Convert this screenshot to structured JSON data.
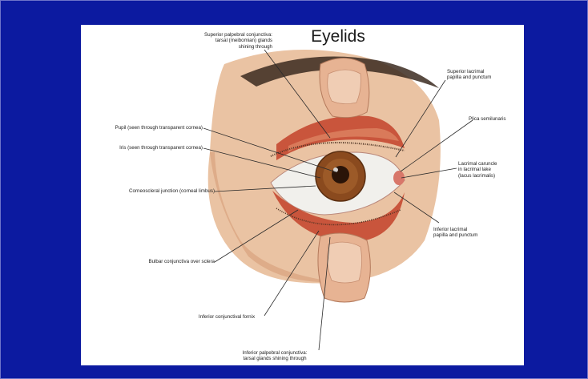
{
  "title": "Eyelids",
  "labels": {
    "superior_palpebral": "Superior palpebral conjunctiva:\ntarsal (meibomian) glands\nshining through",
    "pupil": "Pupil (seen through transparent cornea)",
    "iris": "Iris (seen through transparent cornea)",
    "corneoscleral": "Corneoscleral junction (corneal limbus)",
    "bulbar": "Bulbar conjunctiva over sclera",
    "inferior_fornix": "Inferior conjunctival fornix",
    "inferior_palpebral": "Inferior palpebral conjunctiva:\ntarsal glands shining through",
    "superior_lacrimal": "Superior lacrimal\npapilla and punctum",
    "plica": "Plica semilunaris",
    "lacrimal_caruncle": "Lacrimal caruncle\nin lacrimal lake\n(lacus lacrimalis)",
    "inferior_lacrimal": "Inferior lacrimal\npapilla and punctum"
  },
  "colors": {
    "background": "#0c1aa0",
    "panel": "#ffffff",
    "skin": "#e8b896",
    "lid_inner": "#c8503a",
    "iris": "#8a4a1e",
    "sclera": "#f2f2f0"
  }
}
